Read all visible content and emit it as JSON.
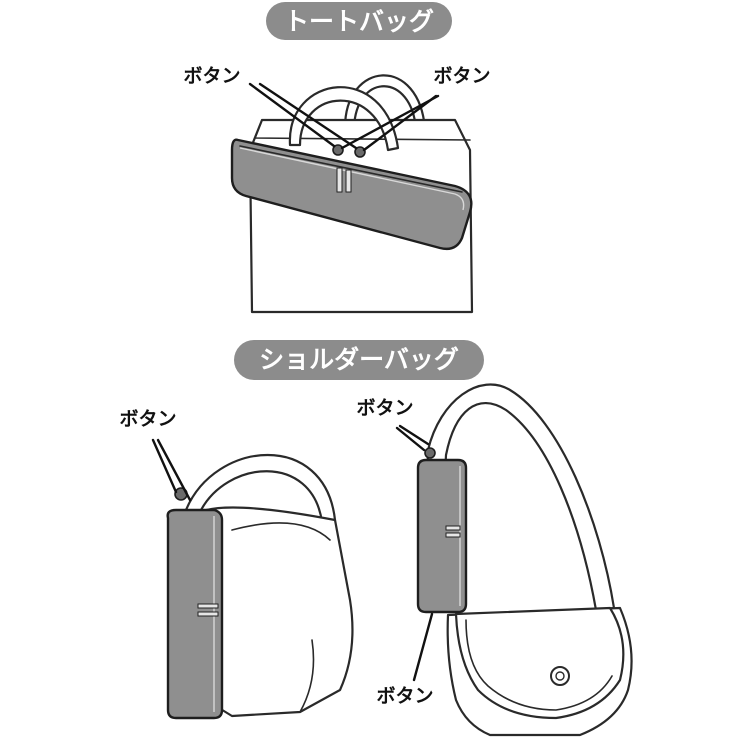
{
  "sections": {
    "tote": {
      "title": "トートバッグ"
    },
    "shoulder": {
      "title": "ショルダーバッグ"
    }
  },
  "labels": {
    "tote_left": "ボタン",
    "tote_right": "ボタン",
    "shoulder_left": "ボタン",
    "shoulder_right_top": "ボタン",
    "shoulder_right_bottom": "ボタン"
  },
  "colors": {
    "pill": "#8c8c8c",
    "pouch": "#8f8f8f",
    "outline": "#2a2a2a",
    "background": "#ffffff"
  }
}
